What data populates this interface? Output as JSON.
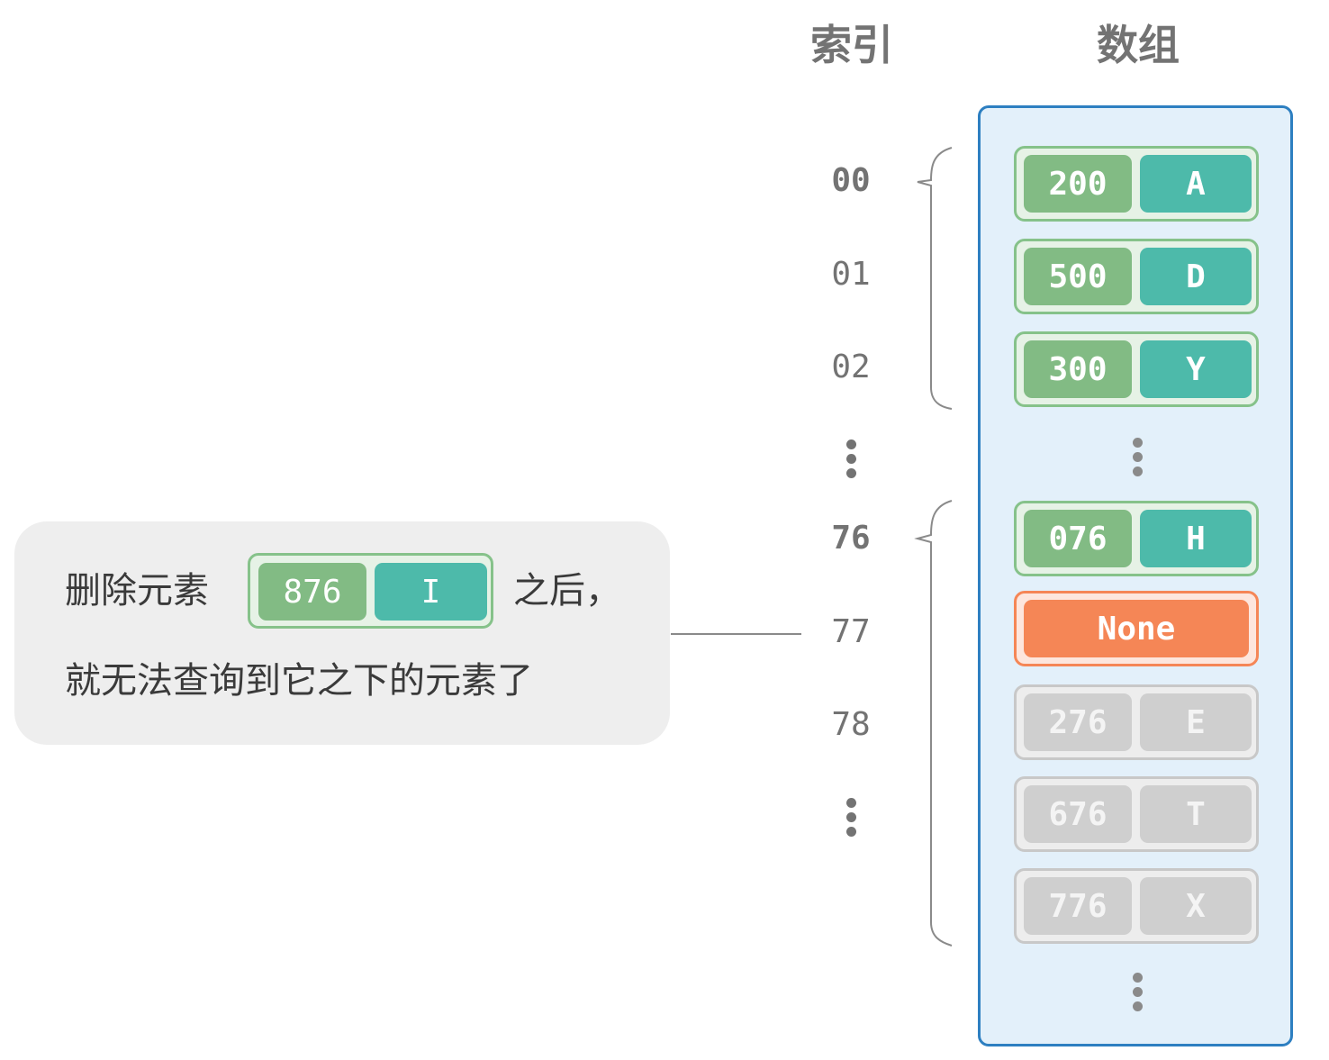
{
  "headers": {
    "index": "索引",
    "array": "数组"
  },
  "indices": [
    {
      "label": "00",
      "bold": true
    },
    {
      "label": "01",
      "bold": false
    },
    {
      "label": "02",
      "bold": false
    },
    {
      "label": "76",
      "bold": true
    },
    {
      "label": "77",
      "bold": false
    },
    {
      "label": "78",
      "bold": false
    }
  ],
  "cells": [
    {
      "key": "200",
      "value": "A",
      "state": "active"
    },
    {
      "key": "500",
      "value": "D",
      "state": "active"
    },
    {
      "key": "300",
      "value": "Y",
      "state": "active"
    },
    {
      "key": "076",
      "value": "H",
      "state": "active"
    },
    {
      "key": "",
      "value": "None",
      "state": "deleted"
    },
    {
      "key": "276",
      "value": "E",
      "state": "unreachable"
    },
    {
      "key": "676",
      "value": "T",
      "state": "unreachable"
    },
    {
      "key": "776",
      "value": "X",
      "state": "unreachable"
    }
  ],
  "note": {
    "prefix": "删除元素",
    "element_key": "876",
    "element_value": "I",
    "suffix": "之后，",
    "line2": "就无法查询到它之下的元素了"
  },
  "colors": {
    "key_green": "#82bb84",
    "value_teal": "#4dbaaa",
    "none_orange": "#f58656",
    "unreachable_gray": "#cfcfcf",
    "array_border": "#2d7fc1",
    "array_fill": "#e3f0fa"
  }
}
